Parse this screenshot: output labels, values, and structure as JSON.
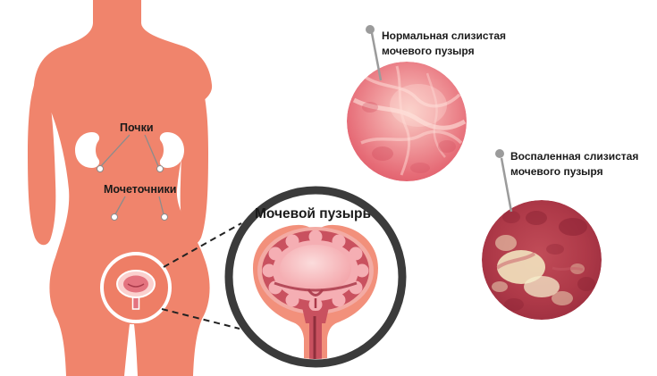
{
  "body_diagram": {
    "kidneys_label": "Почки",
    "ureters_label": "Мочеточники"
  },
  "magnifier": {
    "label": "Мочевой пузырь"
  },
  "callouts": {
    "normal_mucosa": {
      "line1": "Нормальная слизистая",
      "line2": "мочевого пузыря"
    },
    "inflamed_mucosa": {
      "line1": "Воспаленная слизистая",
      "line2": "мочевого пузыря"
    }
  },
  "icons": {
    "normal_pin": "pin-marker-icon",
    "inflamed_pin": "pin-marker-icon"
  },
  "colors": {
    "background": "#FFFFFF",
    "skin": "#F0846C",
    "magnifier_ring": "#3B3B3B",
    "pin": "#9B9B9B",
    "label_text": "#1A1A1A",
    "callout_line": "#8C8C8C",
    "bladder_outer": "#F2907B",
    "bladder_lining": "#C9515F",
    "bladder_mucosa": "#F5AEB3",
    "normal_mucosa_base": "#E4606D",
    "inflamed_mucosa_base": "#A83344",
    "inflamed_patch": "#F2E3BF"
  }
}
